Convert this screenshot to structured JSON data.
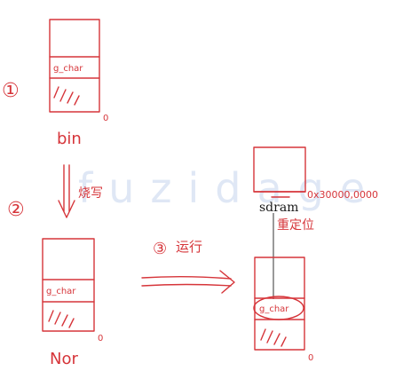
{
  "steps": {
    "step1_marker": "①",
    "step2_marker": "②",
    "step3_marker": "③"
  },
  "labels": {
    "bin": "bin",
    "nor": "Nor",
    "sdram": "sdram",
    "g_char": "g_char",
    "zero": "0",
    "address": "0x30000,0000",
    "burn": "烧写",
    "run": "运行",
    "relocate": "重定位"
  },
  "watermark": "fuzidage",
  "colors": {
    "ink": "#d6353a",
    "print": "#1a1a1a",
    "watermark": "#c5d5ee"
  }
}
